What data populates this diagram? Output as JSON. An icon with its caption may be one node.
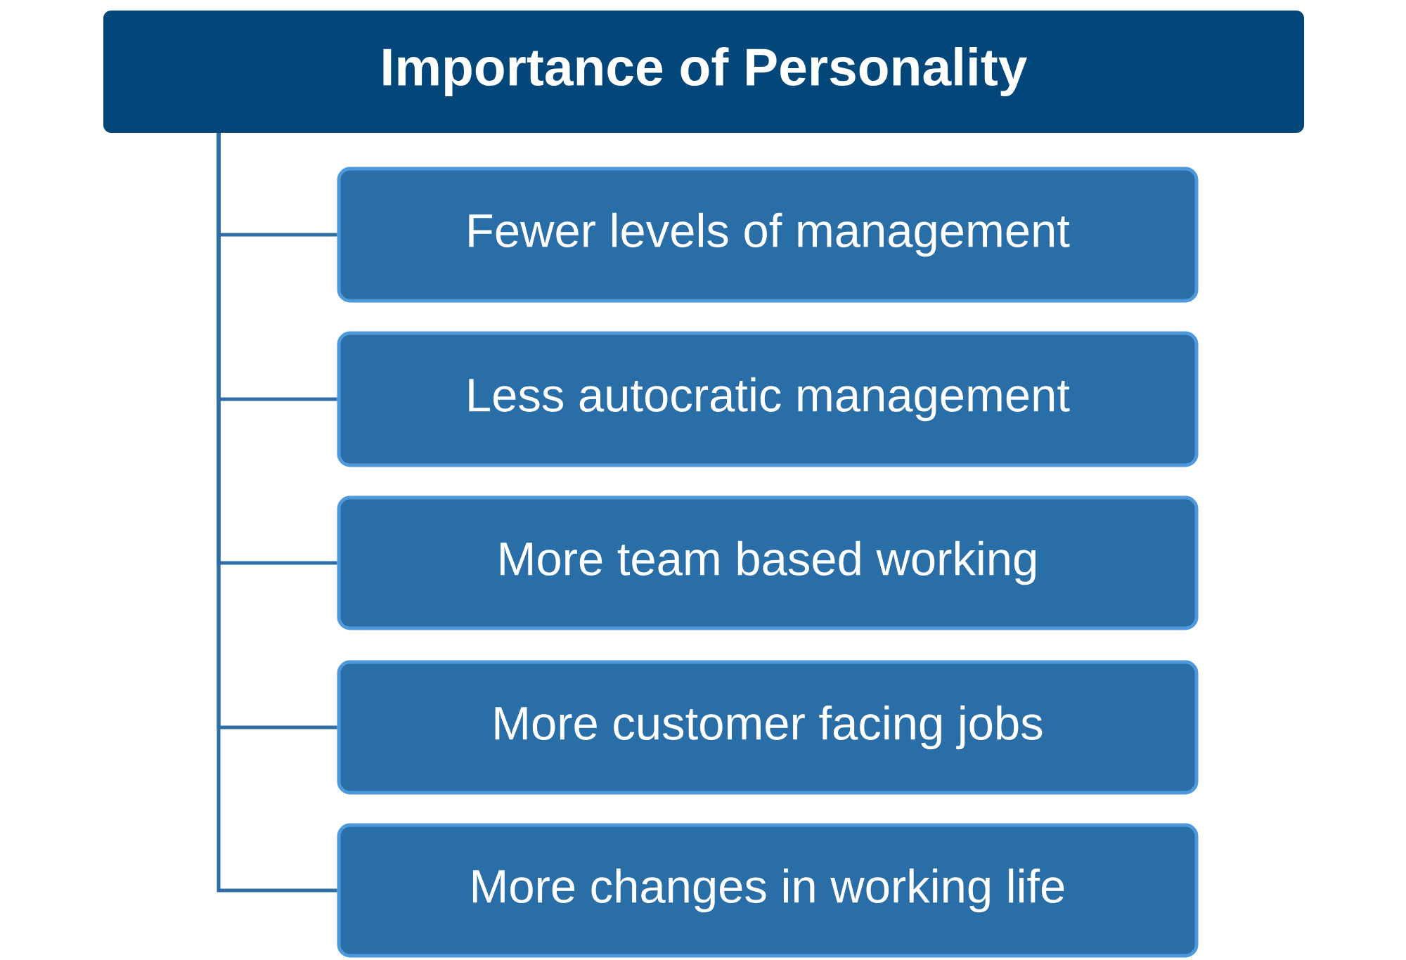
{
  "diagram": {
    "nodes": [
      {
        "text": [
          "Importance of Personality"
        ]
      },
      {
        "text": [
          "Fewer levels of management"
        ]
      },
      {
        "text": [
          "Less autocratic management"
        ]
      },
      {
        "text": [
          "More team based working"
        ]
      },
      {
        "text": [
          "More customer facing jobs"
        ]
      },
      {
        "text": [
          "More changes in working life"
        ]
      }
    ],
    "edges": [
      {
        "from": 0,
        "to": 1,
        "arrow": "none"
      },
      {
        "from": 0,
        "to": 2,
        "arrow": "none"
      },
      {
        "from": 0,
        "to": 3,
        "arrow": "none"
      },
      {
        "from": 0,
        "to": 4,
        "arrow": "none"
      },
      {
        "from": 0,
        "to": 5,
        "arrow": "none"
      }
    ]
  }
}
